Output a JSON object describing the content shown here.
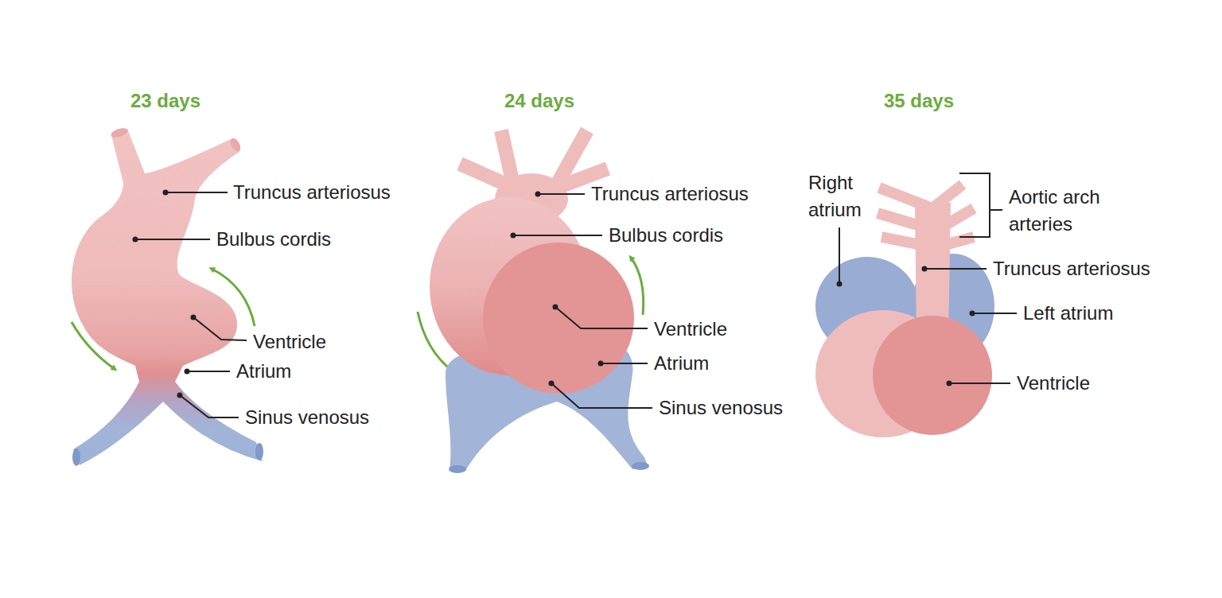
{
  "diagram": {
    "labels": [
      "23 days",
      "Truncus arteriosus",
      "Bulbus cordis",
      "Ventricle",
      "Atrium",
      "Sinus venosus",
      "24 days",
      "Truncus arteriosus",
      "Bulbus cordis",
      "Ventricle",
      "Atrium",
      "Sinus venosus",
      "35 days",
      "Right atrium",
      "Aortic arch arteries",
      "Truncus arteriosus",
      "Left atrium",
      "Ventricle"
    ]
  }
}
